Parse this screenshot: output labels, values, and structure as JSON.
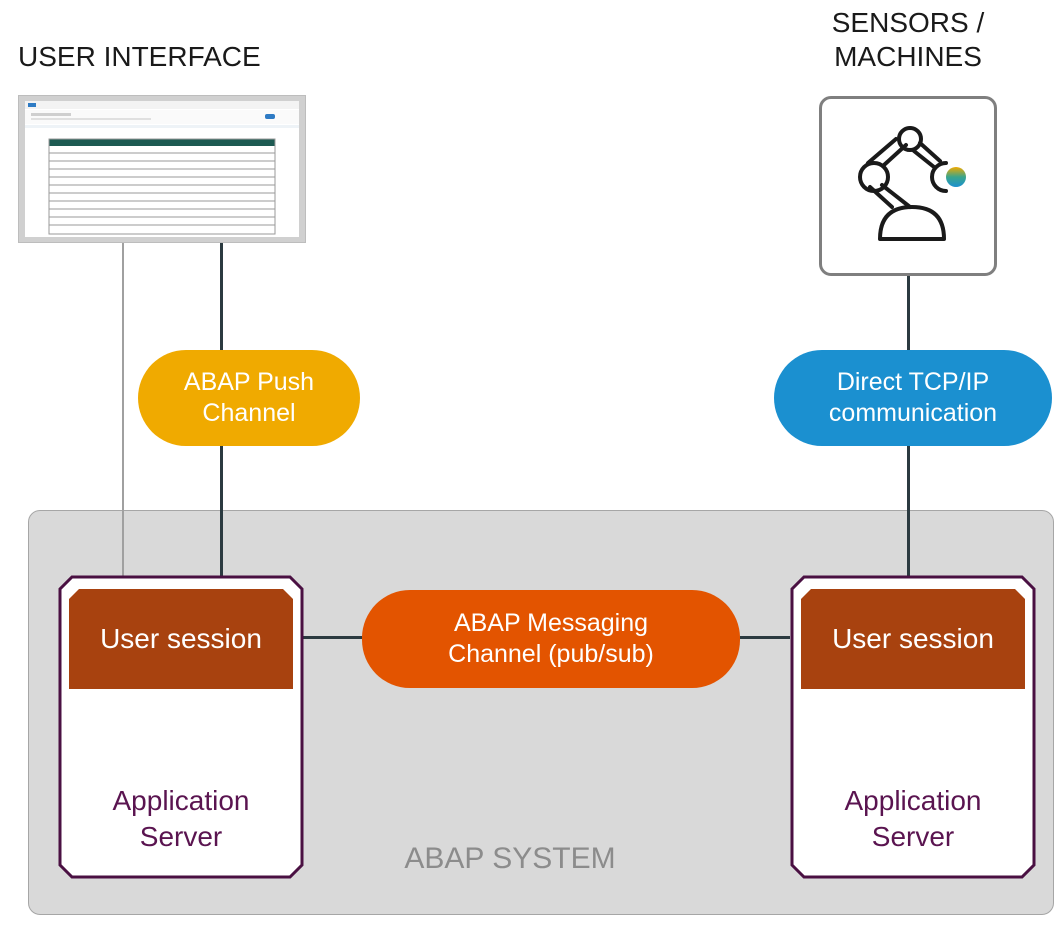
{
  "title_left": "USER INTERFACE",
  "title_right_line1": "SENSORS /",
  "title_right_line2": "MACHINES",
  "system_label": "ABAP SYSTEM",
  "push_channel": {
    "line1": "ABAP Push",
    "line2": "Channel",
    "color": "#f0aa00"
  },
  "tcp_channel": {
    "line1": "Direct TCP/IP",
    "line2": "communication",
    "color": "#1b90d0"
  },
  "messaging_channel": {
    "line1": "ABAP Messaging",
    "line2": "Channel (pub/sub)",
    "color": "#e35400"
  },
  "left_server": {
    "session": "User session",
    "label_line1": "Application",
    "label_line2": "Server"
  },
  "right_server": {
    "session": "User session",
    "label_line1": "Application",
    "label_line2": "Server"
  },
  "colors": {
    "session": "#a8420f",
    "server_border": "#4a1042",
    "server_text": "#5a1450",
    "system_bg": "#d9d9d9",
    "monitor_header": "#1d5a52"
  }
}
